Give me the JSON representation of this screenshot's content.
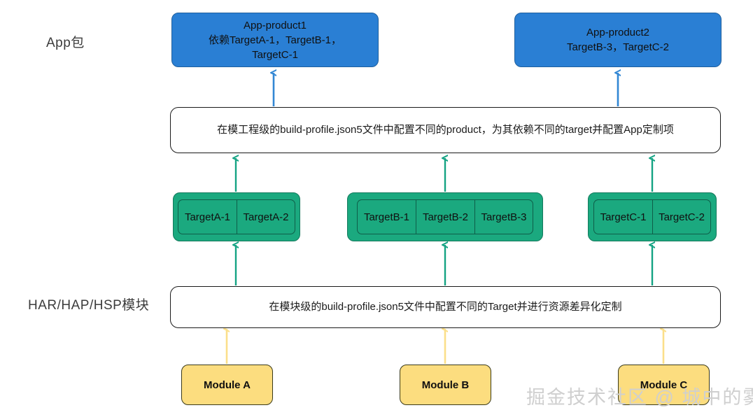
{
  "diagram": {
    "title_left_labels": [
      {
        "id": "app-layer",
        "label": "App包"
      },
      {
        "id": "module-layer",
        "label": "HAR/HAP/HSP模块"
      }
    ],
    "app_products": [
      {
        "id": "app-product1",
        "line1": "App-product1",
        "line2": "依赖TargetA-1，TargetB-1，",
        "line3": "TargetC-1"
      },
      {
        "id": "app-product2",
        "line1": "App-product2",
        "line2": "TargetB-3，TargetC-2",
        "line3": ""
      }
    ],
    "process_boxes": [
      {
        "id": "project-level-config",
        "text": "在模工程级的build-profile.json5文件中配置不同的product，为其依赖不同的target并配置App定制项"
      },
      {
        "id": "module-level-config",
        "text": "在模块级的build-profile.json5文件中配置不同的Target并进行资源差异化定制"
      }
    ],
    "target_groups": [
      {
        "id": "target-group-a",
        "chips": [
          "TargetA-1",
          "TargetA-2"
        ]
      },
      {
        "id": "target-group-b",
        "chips": [
          "TargetB-1",
          "TargetB-2",
          "TargetB-3"
        ]
      },
      {
        "id": "target-group-c",
        "chips": [
          "TargetC-1",
          "TargetC-2"
        ]
      }
    ],
    "modules": [
      {
        "id": "module-a",
        "label": "Module A"
      },
      {
        "id": "module-b",
        "label": "Module B"
      },
      {
        "id": "module-c",
        "label": "Module C"
      }
    ],
    "watermark": "掘金技术社区 @ 城中的雾",
    "colors": {
      "app_fill": "#2a7fd4",
      "target_fill": "#1ba97f",
      "module_fill": "#fcdd7f",
      "box_fill": "#ffffff",
      "arrow_blue": "#3287d4",
      "arrow_green": "#14a383",
      "arrow_yellow": "#fbdf8a"
    }
  }
}
